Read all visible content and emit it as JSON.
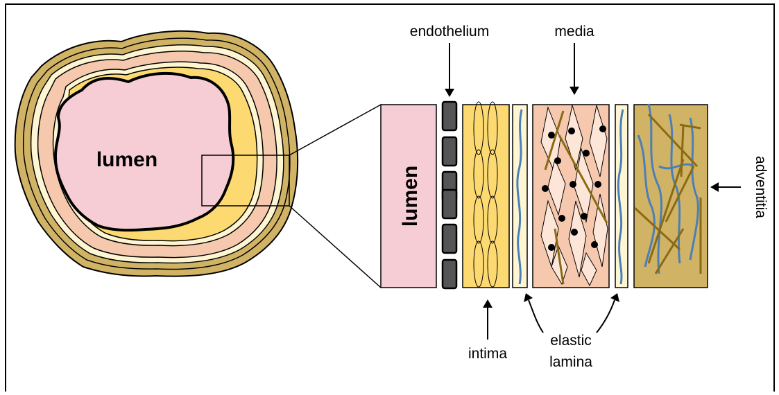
{
  "labels": {
    "lumen_main": "lumen",
    "lumen_detail": "lumen",
    "endothelium": "endothelium",
    "media": "media",
    "intima": "intima",
    "elastic_line1": "elastic",
    "elastic_line2": "lamina",
    "adventitia": "adventitia"
  },
  "colors": {
    "lumen": "#F6CDD4",
    "intima": "#FCD971",
    "elastic": "#FEF6D3",
    "media": "#F6C9AE",
    "adventitia": "#D1B365",
    "endothelial_cell": "#555555",
    "elastic_fiber": "#4A7FB8",
    "collagen_fiber": "#8A6A12"
  }
}
